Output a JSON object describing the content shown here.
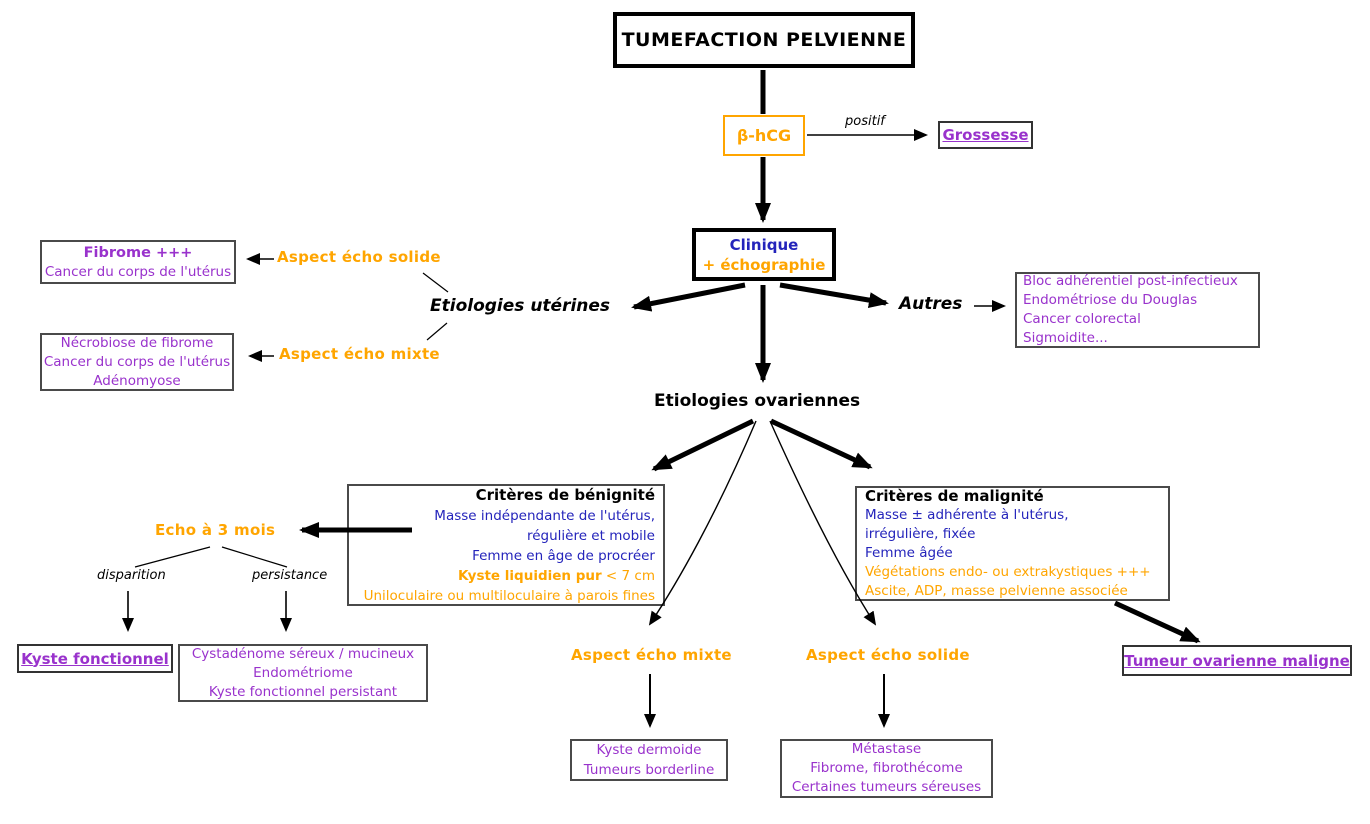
{
  "colors": {
    "accent_orange": "#FFA500",
    "accent_purple": "#9932CC",
    "accent_blue": "#2424BB",
    "line_black": "#000000"
  },
  "title_box": "TUMEFACTION PELVIENNE",
  "bhcg": {
    "label": "β-hCG",
    "edge_label": "positif",
    "grossesse": "Grossesse"
  },
  "clinique": {
    "line1": "Clinique",
    "line2": "+ échographie"
  },
  "etiologies": {
    "uterines": "Etiologies utérines",
    "autres": "Autres",
    "ovariennes": "Etiologies ovariennes"
  },
  "uterines": {
    "solide_label": "Aspect écho solide",
    "solide_lines": [
      "Fibrome +++",
      "Cancer du corps de l'utérus"
    ],
    "mixte_label": "Aspect écho mixte",
    "mixte_lines": [
      "Nécrobiose de fibrome",
      "Cancer du corps de l'utérus",
      "Adénomyose"
    ]
  },
  "autres_box": {
    "lines": [
      "Bloc adhérentiel post-infectieux",
      "Endométriose du Douglas",
      "Cancer colorectal",
      "Sigmoidite..."
    ]
  },
  "benignite": {
    "title": "Critères de bénignité",
    "blue_lines": [
      "Masse indépendante de l'utérus,",
      "régulière et mobile",
      "Femme en âge de procréer"
    ],
    "orange_bold": "Kyste liquidien pur",
    "orange_rest": " < 7 cm",
    "orange_line": "Uniloculaire ou multiloculaire à parois fines"
  },
  "malignite": {
    "title": "Critères de malignité",
    "blue_lines": [
      "Masse ± adhérente à l'utérus,",
      "irrégulière, fixée",
      "Femme âgée"
    ],
    "orange_lines": [
      "Végétations endo- ou extrakystiques +++",
      "Ascite, ADP, masse pelvienne associée"
    ]
  },
  "suivi": {
    "echo_label": "Echo à 3 mois",
    "disparition": "disparition",
    "persistance": "persistance",
    "kyste_fonctionnel": "Kyste fonctionnel",
    "persistance_lines": [
      "Cystadénome séreux / mucineux",
      "Endométriome",
      "Kyste fonctionnel persistant"
    ]
  },
  "ovarien": {
    "mixte_label": "Aspect écho mixte",
    "mixte_lines": [
      "Kyste dermoide",
      "Tumeurs borderline"
    ],
    "solide_label": "Aspect écho solide",
    "solide_lines": [
      "Métastase",
      "Fibrome, fibrothécome",
      "Certaines tumeurs séreuses"
    ],
    "maligne": "Tumeur ovarienne maligne"
  }
}
